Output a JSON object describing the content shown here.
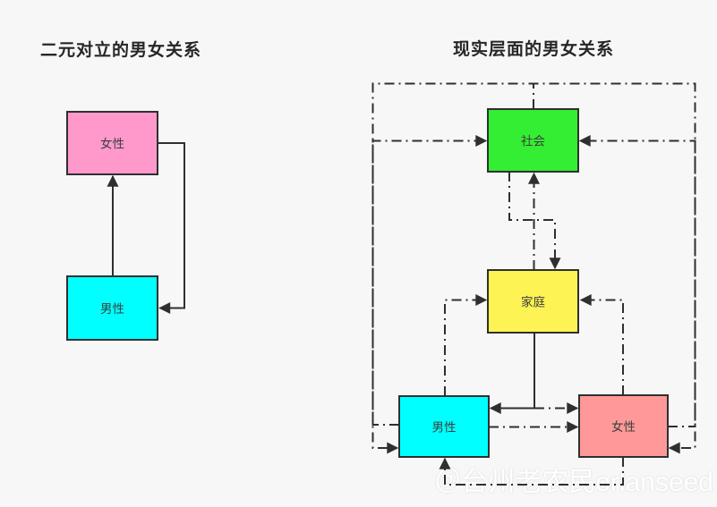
{
  "background_color": "#f7f7f7",
  "line_color": "#2f2f2f",
  "left_diagram": {
    "title": "二元对立的男女关系",
    "nodes": {
      "female": {
        "label": "女性",
        "color": "#ff99cc"
      },
      "male": {
        "label": "男性",
        "color": "#00ffff"
      }
    },
    "edges": [
      {
        "from": "男性",
        "to": "女性",
        "style": "solid",
        "route": "straight-up-center"
      },
      {
        "from": "女性",
        "to": "男性",
        "style": "solid",
        "route": "loop-right-side"
      }
    ]
  },
  "right_diagram": {
    "title": "现实层面的男女关系",
    "nodes": {
      "society": {
        "label": "社会",
        "color": "#33ee33"
      },
      "family": {
        "label": "家庭",
        "color": "#fdf355"
      },
      "male": {
        "label": "男性",
        "color": "#00ffff"
      },
      "female": {
        "label": "女性",
        "color": "#ff9999"
      }
    },
    "edges": [
      {
        "from": "社会",
        "to": "男性",
        "style": "dashdot",
        "route": "outer-loop-top-left"
      },
      {
        "from": "社会",
        "to": "女性",
        "style": "dashdot",
        "route": "outer-loop-top-right"
      },
      {
        "from": "男性",
        "to": "社会",
        "style": "dashdot",
        "route": "left-side-up"
      },
      {
        "from": "女性",
        "to": "社会",
        "style": "dashdot",
        "route": "right-side-up"
      },
      {
        "from": "社会",
        "to": "家庭",
        "style": "dashdot",
        "route": "down-jog-right"
      },
      {
        "from": "家庭",
        "to": "社会",
        "style": "dashdot",
        "route": "straight-up"
      },
      {
        "from": "男性",
        "to": "家庭",
        "style": "dashdot",
        "route": "up-then-right"
      },
      {
        "from": "女性",
        "to": "家庭",
        "style": "dashdot",
        "route": "up-then-left"
      },
      {
        "from": "家庭",
        "to": "男性",
        "style": "solid",
        "route": "down-then-left"
      },
      {
        "from": "家庭",
        "to": "女性",
        "style": "dashdot",
        "route": "right-from-junction"
      },
      {
        "from": "男性",
        "to": "女性",
        "style": "dashdot",
        "route": "straight-right"
      },
      {
        "from": "女性",
        "to": "男性",
        "style": "dashdot",
        "route": "bottom-loop"
      }
    ]
  },
  "watermark": {
    "text": "＠台州老农民orlanseed",
    "color": "#ffffff"
  }
}
